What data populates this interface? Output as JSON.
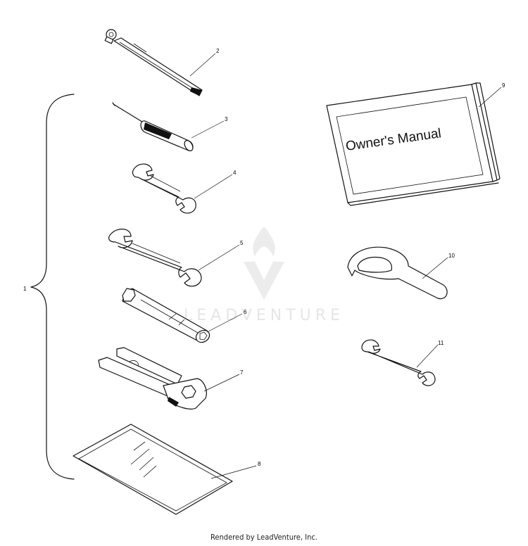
{
  "diagram": {
    "watermark_text": "LEADVENTURE",
    "manual_cover_text": "Owner's Manual",
    "footer_text": "Rendered by LeadVenture, Inc.",
    "callouts": [
      {
        "id": "1",
        "label": "1"
      },
      {
        "id": "2",
        "label": "2"
      },
      {
        "id": "3",
        "label": "3"
      },
      {
        "id": "4",
        "label": "4"
      },
      {
        "id": "5",
        "label": "5"
      },
      {
        "id": "6",
        "label": "6"
      },
      {
        "id": "7",
        "label": "7"
      },
      {
        "id": "8",
        "label": "8"
      },
      {
        "id": "9",
        "label": "9"
      },
      {
        "id": "10",
        "label": "10"
      },
      {
        "id": "11",
        "label": "11"
      }
    ]
  }
}
